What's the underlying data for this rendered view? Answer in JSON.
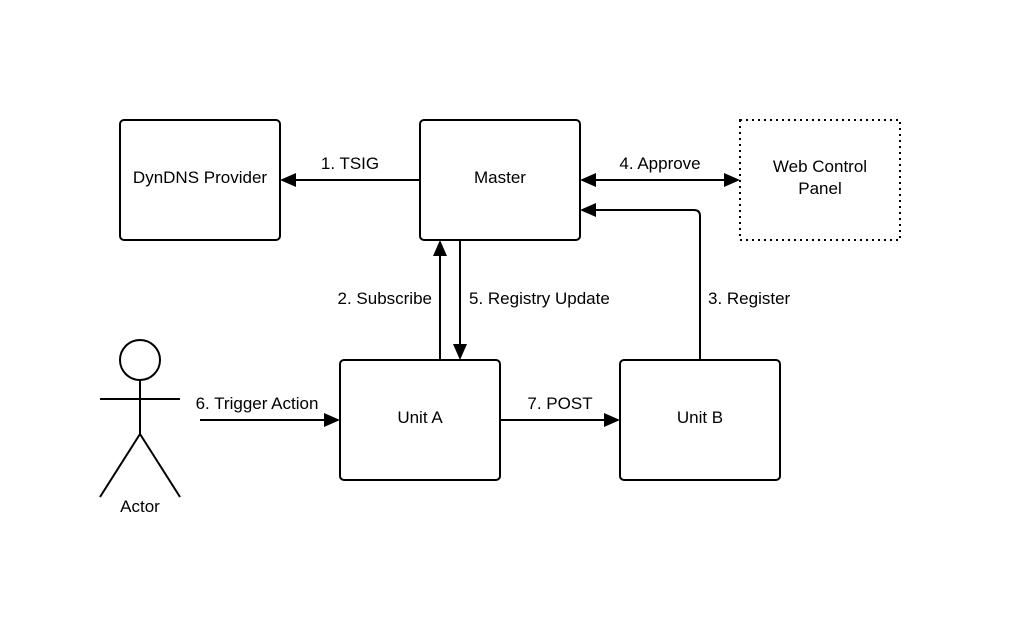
{
  "nodes": {
    "dyndns_provider": "DynDNS Provider",
    "master": "Master",
    "web_control_panel": [
      "Web Control",
      "Panel"
    ],
    "unit_a": "Unit A",
    "unit_b": "Unit B",
    "actor": "Actor"
  },
  "edges": {
    "tsig": "1. TSIG",
    "subscribe": "2. Subscribe",
    "register": "3. Register",
    "approve": "4. Approve",
    "registry_update": "5. Registry Update",
    "trigger_action": "6. Trigger Action",
    "post": "7. POST"
  }
}
